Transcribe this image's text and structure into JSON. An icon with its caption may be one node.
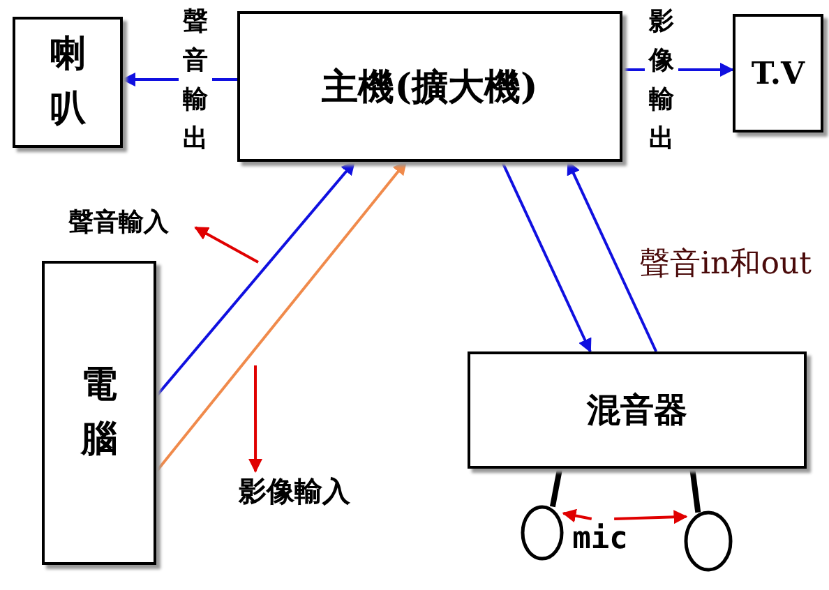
{
  "diagram": {
    "nodes": [
      {
        "text": [
          "喇叭"
        ]
      },
      {
        "text": [
          "主機(擴大機)"
        ]
      },
      {
        "text": [
          "T.V"
        ]
      },
      {
        "text": [
          "電腦"
        ]
      },
      {
        "text": [
          "混音器"
        ]
      },
      {
        "text": [],
        "shape": "circle"
      },
      {
        "text": [],
        "shape": "circle"
      },
      {
        "text": [
          "mic"
        ]
      },
      {
        "text": [
          "聲音輸入"
        ]
      },
      {
        "text": [
          "影像輸入"
        ]
      }
    ],
    "edges": [
      {
        "from": 1,
        "to": 0,
        "arrow": "to",
        "label": "聲音輸出"
      },
      {
        "from": 1,
        "to": 2,
        "arrow": "to",
        "label": "影像輸出"
      },
      {
        "from": 3,
        "to": 1,
        "arrow": "to"
      },
      {
        "from": 3,
        "to": 1,
        "arrow": "to",
        "color": "#f08a4b"
      },
      {
        "from": 1,
        "to": 4,
        "arrow": "to"
      },
      {
        "from": 4,
        "to": 1,
        "arrow": "to"
      },
      {
        "from": 4,
        "to": 5,
        "arrow": "none",
        "style": "thick",
        "color": "#000000"
      },
      {
        "from": 4,
        "to": 6,
        "arrow": "none",
        "style": "thick",
        "color": "#000000"
      },
      {
        "from": 7,
        "to": 5,
        "arrow": "to",
        "color": "#e00000"
      },
      {
        "from": 7,
        "to": 6,
        "arrow": "to",
        "color": "#e00000"
      },
      {
        "from": null,
        "to": 8,
        "arrow": "to",
        "color": "#e00000"
      },
      {
        "from": null,
        "to": 9,
        "arrow": "to",
        "color": "#e00000"
      }
    ],
    "labels": [
      "聲音in和out"
    ]
  }
}
